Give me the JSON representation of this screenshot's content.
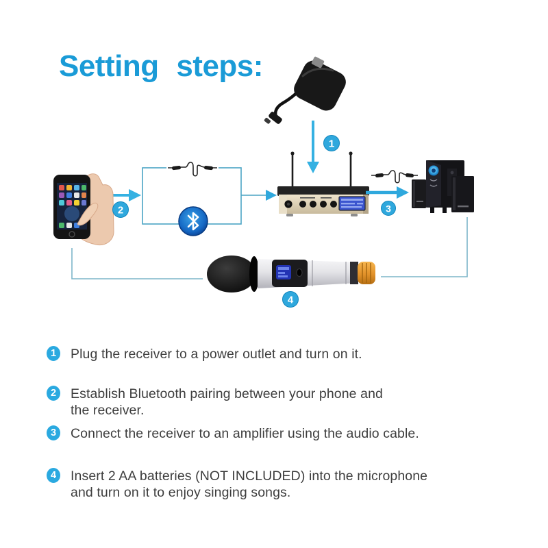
{
  "title": "Setting steps:",
  "colors": {
    "title_blue": "#1a9bd7",
    "badge_blue": "#2aa9e0",
    "arrow_blue": "#35b1e2",
    "connector_teal": "#7db5c9",
    "pairing_box_border": "#4aa4c4",
    "bluetooth_blue": "#0c4da0",
    "receiver_champagne": "#ddd0b6",
    "mic_accent_orange": "#e59a33",
    "step_text": "#3d3d3d"
  },
  "icons": {
    "power_adapter": "power-adapter-with-cord",
    "phone_in_hand": "hand-holding-smartphone",
    "bluetooth": "bluetooth-rune-in-blue-circle",
    "audio_cable": "audio-cable-with-two-plugs",
    "receiver": "wireless-receiver-with-antennas",
    "speakers": "2.1-speaker-system",
    "microphone": "handheld-wireless-microphone"
  },
  "diagram": {
    "badges": [
      {
        "label": "1"
      },
      {
        "label": "2"
      },
      {
        "label": "3"
      },
      {
        "label": "4"
      }
    ]
  },
  "steps": [
    {
      "num": "1",
      "lines": [
        "Plug the receiver to a power outlet and turn on it."
      ]
    },
    {
      "num": "2",
      "lines": [
        "Establish Bluetooth pairing between your phone and",
        "the receiver."
      ]
    },
    {
      "num": "3",
      "lines": [
        "Connect the receiver to an amplifier using the audio cable."
      ]
    },
    {
      "num": "4",
      "lines": [
        "Insert 2 AA batteries (NOT INCLUDED) into the microphone",
        "and turn on it to enjoy singing songs."
      ]
    }
  ]
}
